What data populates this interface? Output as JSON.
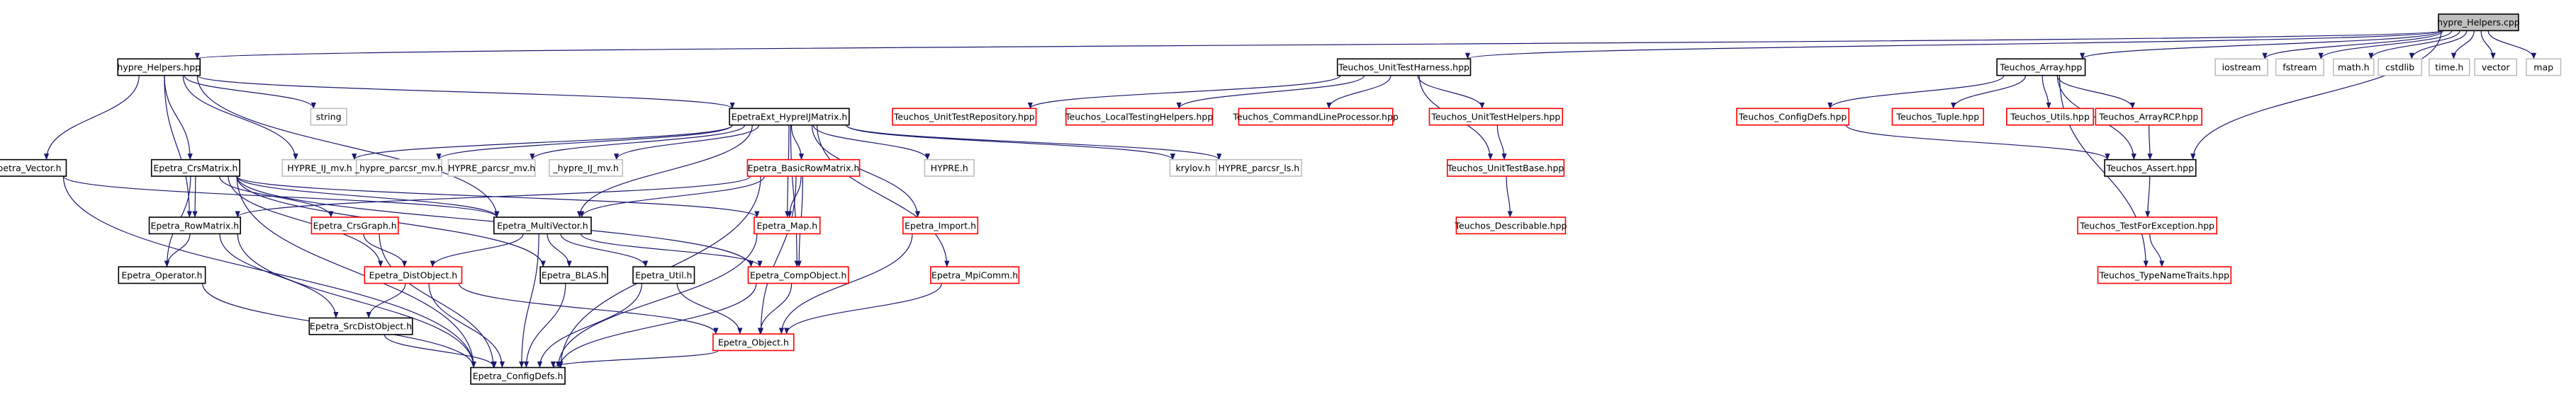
{
  "colors": {
    "edge": "#191970",
    "border_documented": "#000000",
    "border_undocumented": "#ff0000",
    "border_external": "#bfbfbf",
    "root_fill": "#bfbfbf",
    "node_fill": "#ffffff"
  },
  "nodes": [
    {
      "id": "hypre_Helpers_cpp",
      "label": "hypre_Helpers.cpp",
      "kind": "root"
    },
    {
      "id": "hypre_Helpers_hpp",
      "label": "hypre_Helpers.hpp",
      "kind": "documented"
    },
    {
      "id": "Teuchos_UnitTestHarness_hpp",
      "label": "Teuchos_UnitTestHarness.hpp",
      "kind": "documented"
    },
    {
      "id": "Teuchos_Array_hpp",
      "label": "Teuchos_Array.hpp",
      "kind": "documented"
    },
    {
      "id": "iostream",
      "label": "iostream",
      "kind": "external"
    },
    {
      "id": "fstream",
      "label": "fstream",
      "kind": "external"
    },
    {
      "id": "math_h",
      "label": "math.h",
      "kind": "external"
    },
    {
      "id": "cstdlib",
      "label": "cstdlib",
      "kind": "external"
    },
    {
      "id": "time_h",
      "label": "time.h",
      "kind": "external"
    },
    {
      "id": "vector",
      "label": "vector",
      "kind": "external"
    },
    {
      "id": "map",
      "label": "map",
      "kind": "external"
    },
    {
      "id": "string",
      "label": "string",
      "kind": "external"
    },
    {
      "id": "EpetraExt_HypreIJMatrix_h",
      "label": "EpetraExt_HypreIJMatrix.h",
      "kind": "documented"
    },
    {
      "id": "Epetra_Vector_h",
      "label": "Epetra_Vector.h",
      "kind": "documented"
    },
    {
      "id": "Epetra_CrsMatrix_h",
      "label": "Epetra_CrsMatrix.h",
      "kind": "documented"
    },
    {
      "id": "HYPRE_IJ_mv_h",
      "label": "HYPRE_IJ_mv.h",
      "kind": "external"
    },
    {
      "id": "_hypre_parcsr_mv_h",
      "label": "_hypre_parcsr_mv.h",
      "kind": "external"
    },
    {
      "id": "HYPRE_parcsr_mv_h",
      "label": "HYPRE_parcsr_mv.h",
      "kind": "external"
    },
    {
      "id": "_hypre_IJ_mv_h",
      "label": "_hypre_IJ_mv.h",
      "kind": "external"
    },
    {
      "id": "Epetra_BasicRowMatrix_h",
      "label": "Epetra_BasicRowMatrix.h",
      "kind": "undocumented"
    },
    {
      "id": "HYPRE_h",
      "label": "HYPRE.h",
      "kind": "external"
    },
    {
      "id": "krylov_h",
      "label": "krylov.h",
      "kind": "external"
    },
    {
      "id": "HYPRE_parcsr_ls_h",
      "label": "HYPRE_parcsr_ls.h",
      "kind": "external"
    },
    {
      "id": "Teuchos_UnitTestRepository_hpp",
      "label": "Teuchos_UnitTestRepository.hpp",
      "kind": "undocumented"
    },
    {
      "id": "Teuchos_LocalTestingHelpers_hpp",
      "label": "Teuchos_LocalTestingHelpers.hpp",
      "kind": "undocumented"
    },
    {
      "id": "Teuchos_CommandLineProcessor_hpp",
      "label": "Teuchos_CommandLineProcessor.hpp",
      "kind": "undocumented"
    },
    {
      "id": "Teuchos_UnitTestHelpers_hpp",
      "label": "Teuchos_UnitTestHelpers.hpp",
      "kind": "undocumented"
    },
    {
      "id": "Teuchos_UnitTestBase_hpp",
      "label": "Teuchos_UnitTestBase.hpp",
      "kind": "undocumented"
    },
    {
      "id": "Teuchos_Describable_hpp",
      "label": "Teuchos_Describable.hpp",
      "kind": "undocumented"
    },
    {
      "id": "Teuchos_ConfigDefs_hpp",
      "label": "Teuchos_ConfigDefs.hpp",
      "kind": "undocumented"
    },
    {
      "id": "Teuchos_Tuple_hpp",
      "label": "Teuchos_Tuple.hpp",
      "kind": "undocumented"
    },
    {
      "id": "Teuchos_Utils_hpp",
      "label": "Teuchos_Utils.hpp",
      "kind": "undocumented"
    },
    {
      "id": "Teuchos_ArrayRCP_hpp",
      "label": "Teuchos_ArrayRCP.hpp",
      "kind": "undocumented"
    },
    {
      "id": "Teuchos_Assert_hpp",
      "label": "Teuchos_Assert.hpp",
      "kind": "documented"
    },
    {
      "id": "Teuchos_TestForException_hpp",
      "label": "Teuchos_TestForException.hpp",
      "kind": "undocumented"
    },
    {
      "id": "Teuchos_TypeNameTraits_hpp",
      "label": "Teuchos_TypeNameTraits.hpp",
      "kind": "undocumented"
    },
    {
      "id": "Epetra_RowMatrix_h",
      "label": "Epetra_RowMatrix.h",
      "kind": "documented"
    },
    {
      "id": "Epetra_CrsGraph_h",
      "label": "Epetra_CrsGraph.h",
      "kind": "undocumented"
    },
    {
      "id": "Epetra_MultiVector_h",
      "label": "Epetra_MultiVector.h",
      "kind": "documented"
    },
    {
      "id": "Epetra_Map_h",
      "label": "Epetra_Map.h",
      "kind": "undocumented"
    },
    {
      "id": "Epetra_Import_h",
      "label": "Epetra_Import.h",
      "kind": "undocumented"
    },
    {
      "id": "Epetra_Operator_h",
      "label": "Epetra_Operator.h",
      "kind": "documented"
    },
    {
      "id": "Epetra_DistObject_h",
      "label": "Epetra_DistObject.h",
      "kind": "undocumented"
    },
    {
      "id": "Epetra_BLAS_h",
      "label": "Epetra_BLAS.h",
      "kind": "documented"
    },
    {
      "id": "Epetra_Util_h",
      "label": "Epetra_Util.h",
      "kind": "documented"
    },
    {
      "id": "Epetra_CompObject_h",
      "label": "Epetra_CompObject.h",
      "kind": "undocumented"
    },
    {
      "id": "Epetra_MpiComm_h",
      "label": "Epetra_MpiComm.h",
      "kind": "undocumented"
    },
    {
      "id": "Epetra_SrcDistObject_h",
      "label": "Epetra_SrcDistObject.h",
      "kind": "documented"
    },
    {
      "id": "Epetra_Object_h",
      "label": "Epetra_Object.h",
      "kind": "undocumented"
    },
    {
      "id": "Epetra_ConfigDefs_h",
      "label": "Epetra_ConfigDefs.h",
      "kind": "documented"
    }
  ],
  "edges": [
    [
      "hypre_Helpers_cpp",
      "hypre_Helpers_hpp"
    ],
    [
      "hypre_Helpers_cpp",
      "Teuchos_UnitTestHarness_hpp"
    ],
    [
      "hypre_Helpers_cpp",
      "Teuchos_Array_hpp"
    ],
    [
      "hypre_Helpers_cpp",
      "Teuchos_Assert_hpp"
    ],
    [
      "hypre_Helpers_cpp",
      "iostream"
    ],
    [
      "hypre_Helpers_cpp",
      "fstream"
    ],
    [
      "hypre_Helpers_cpp",
      "math_h"
    ],
    [
      "hypre_Helpers_cpp",
      "cstdlib"
    ],
    [
      "hypre_Helpers_cpp",
      "time_h"
    ],
    [
      "hypre_Helpers_cpp",
      "vector"
    ],
    [
      "hypre_Helpers_cpp",
      "map"
    ],
    [
      "hypre_Helpers_hpp",
      "string"
    ],
    [
      "hypre_Helpers_hpp",
      "EpetraExt_HypreIJMatrix_h"
    ],
    [
      "hypre_Helpers_hpp",
      "Epetra_Vector_h"
    ],
    [
      "hypre_Helpers_hpp",
      "Epetra_CrsMatrix_h"
    ],
    [
      "hypre_Helpers_hpp",
      "HYPRE_IJ_mv_h"
    ],
    [
      "hypre_Helpers_hpp",
      "Epetra_RowMatrix_h"
    ],
    [
      "hypre_Helpers_hpp",
      "Epetra_MultiVector_h"
    ],
    [
      "EpetraExt_HypreIJMatrix_h",
      "HYPRE_IJ_mv_h"
    ],
    [
      "EpetraExt_HypreIJMatrix_h",
      "_hypre_parcsr_mv_h"
    ],
    [
      "EpetraExt_HypreIJMatrix_h",
      "HYPRE_parcsr_mv_h"
    ],
    [
      "EpetraExt_HypreIJMatrix_h",
      "_hypre_IJ_mv_h"
    ],
    [
      "EpetraExt_HypreIJMatrix_h",
      "Epetra_BasicRowMatrix_h"
    ],
    [
      "EpetraExt_HypreIJMatrix_h",
      "HYPRE_h"
    ],
    [
      "EpetraExt_HypreIJMatrix_h",
      "krylov_h"
    ],
    [
      "EpetraExt_HypreIJMatrix_h",
      "HYPRE_parcsr_ls_h"
    ],
    [
      "EpetraExt_HypreIJMatrix_h",
      "Epetra_Map_h"
    ],
    [
      "EpetraExt_HypreIJMatrix_h",
      "Epetra_Import_h"
    ],
    [
      "EpetraExt_HypreIJMatrix_h",
      "Epetra_MpiComm_h"
    ],
    [
      "EpetraExt_HypreIJMatrix_h",
      "Epetra_CompObject_h"
    ],
    [
      "EpetraExt_HypreIJMatrix_h",
      "Epetra_MultiVector_h"
    ],
    [
      "Epetra_BasicRowMatrix_h",
      "Epetra_RowMatrix_h"
    ],
    [
      "Epetra_BasicRowMatrix_h",
      "Epetra_MultiVector_h"
    ],
    [
      "Epetra_BasicRowMatrix_h",
      "Epetra_Map_h"
    ],
    [
      "Epetra_BasicRowMatrix_h",
      "Epetra_CompObject_h"
    ],
    [
      "Epetra_BasicRowMatrix_h",
      "Epetra_Object_h"
    ],
    [
      "Epetra_BasicRowMatrix_h",
      "Epetra_ConfigDefs_h"
    ],
    [
      "Epetra_Vector_h",
      "Epetra_MultiVector_h"
    ],
    [
      "Epetra_Vector_h",
      "Epetra_ConfigDefs_h"
    ],
    [
      "Epetra_CrsMatrix_h",
      "Epetra_RowMatrix_h"
    ],
    [
      "Epetra_CrsMatrix_h",
      "Epetra_CrsGraph_h"
    ],
    [
      "Epetra_CrsMatrix_h",
      "Epetra_MultiVector_h"
    ],
    [
      "Epetra_CrsMatrix_h",
      "Epetra_Map_h"
    ],
    [
      "Epetra_CrsMatrix_h",
      "Epetra_Operator_h"
    ],
    [
      "Epetra_CrsMatrix_h",
      "Epetra_DistObject_h"
    ],
    [
      "Epetra_CrsMatrix_h",
      "Epetra_BLAS_h"
    ],
    [
      "Epetra_CrsMatrix_h",
      "Epetra_CompObject_h"
    ],
    [
      "Epetra_CrsMatrix_h",
      "Epetra_ConfigDefs_h"
    ],
    [
      "Epetra_RowMatrix_h",
      "Epetra_Operator_h"
    ],
    [
      "Epetra_RowMatrix_h",
      "Epetra_SrcDistObject_h"
    ],
    [
      "Epetra_RowMatrix_h",
      "Epetra_ConfigDefs_h"
    ],
    [
      "Epetra_CrsGraph_h",
      "Epetra_DistObject_h"
    ],
    [
      "Epetra_CrsGraph_h",
      "Epetra_ConfigDefs_h"
    ],
    [
      "Epetra_MultiVector_h",
      "Epetra_DistObject_h"
    ],
    [
      "Epetra_MultiVector_h",
      "Epetra_BLAS_h"
    ],
    [
      "Epetra_MultiVector_h",
      "Epetra_Util_h"
    ],
    [
      "Epetra_MultiVector_h",
      "Epetra_CompObject_h"
    ],
    [
      "Epetra_MultiVector_h",
      "Epetra_ConfigDefs_h"
    ],
    [
      "Epetra_Map_h",
      "Epetra_ConfigDefs_h"
    ],
    [
      "Epetra_Import_h",
      "Epetra_Object_h"
    ],
    [
      "Epetra_MpiComm_h",
      "Epetra_Object_h"
    ],
    [
      "Epetra_Operator_h",
      "Epetra_ConfigDefs_h"
    ],
    [
      "Epetra_DistObject_h",
      "Epetra_SrcDistObject_h"
    ],
    [
      "Epetra_DistObject_h",
      "Epetra_Object_h"
    ],
    [
      "Epetra_DistObject_h",
      "Epetra_ConfigDefs_h"
    ],
    [
      "Epetra_BLAS_h",
      "Epetra_ConfigDefs_h"
    ],
    [
      "Epetra_Util_h",
      "Epetra_Object_h"
    ],
    [
      "Epetra_Util_h",
      "Epetra_ConfigDefs_h"
    ],
    [
      "Epetra_CompObject_h",
      "Epetra_Object_h"
    ],
    [
      "Epetra_CompObject_h",
      "Epetra_ConfigDefs_h"
    ],
    [
      "Epetra_SrcDistObject_h",
      "Epetra_ConfigDefs_h"
    ],
    [
      "Epetra_Object_h",
      "Epetra_ConfigDefs_h"
    ],
    [
      "Teuchos_UnitTestHarness_hpp",
      "Teuchos_UnitTestRepository_hpp"
    ],
    [
      "Teuchos_UnitTestHarness_hpp",
      "Teuchos_LocalTestingHelpers_hpp"
    ],
    [
      "Teuchos_UnitTestHarness_hpp",
      "Teuchos_CommandLineProcessor_hpp"
    ],
    [
      "Teuchos_UnitTestHarness_hpp",
      "Teuchos_UnitTestHelpers_hpp"
    ],
    [
      "Teuchos_UnitTestHarness_hpp",
      "Teuchos_UnitTestBase_hpp"
    ],
    [
      "Teuchos_UnitTestHelpers_hpp",
      "Teuchos_UnitTestBase_hpp"
    ],
    [
      "Teuchos_UnitTestBase_hpp",
      "Teuchos_Describable_hpp"
    ],
    [
      "Teuchos_Array_hpp",
      "Teuchos_ConfigDefs_hpp"
    ],
    [
      "Teuchos_Array_hpp",
      "Teuchos_Tuple_hpp"
    ],
    [
      "Teuchos_Array_hpp",
      "Teuchos_Utils_hpp"
    ],
    [
      "Teuchos_Array_hpp",
      "Teuchos_ArrayRCP_hpp"
    ],
    [
      "Teuchos_Array_hpp",
      "Teuchos_Assert_hpp"
    ],
    [
      "Teuchos_Array_hpp",
      "Teuchos_TypeNameTraits_hpp"
    ],
    [
      "Teuchos_ArrayRCP_hpp",
      "Teuchos_Assert_hpp"
    ],
    [
      "Teuchos_ConfigDefs_hpp",
      "Teuchos_Assert_hpp"
    ],
    [
      "Teuchos_Assert_hpp",
      "Teuchos_TestForException_hpp"
    ],
    [
      "Teuchos_TestForException_hpp",
      "Teuchos_TypeNameTraits_hpp"
    ]
  ]
}
